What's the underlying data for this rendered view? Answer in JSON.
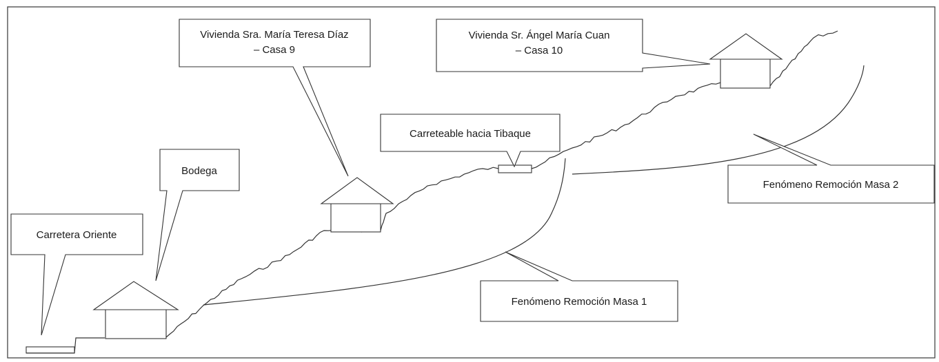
{
  "diagram": {
    "callouts": {
      "carretera": "Carretera Oriente",
      "bodega": "Bodega",
      "casa9_line1": "Vivienda Sra. María Teresa Díaz",
      "casa9_line2": "– Casa 9",
      "casa10_line1": "Vivienda Sr. Ángel María Cuan",
      "casa10_line2": "– Casa 10",
      "carreteable": "Carreteable hacia Tibaque",
      "masa1": "Fenómeno Remoción Masa 1",
      "masa2": "Fenómeno Remoción Masa 2"
    },
    "colors": {
      "ink": "#333333",
      "background": "#ffffff"
    }
  }
}
